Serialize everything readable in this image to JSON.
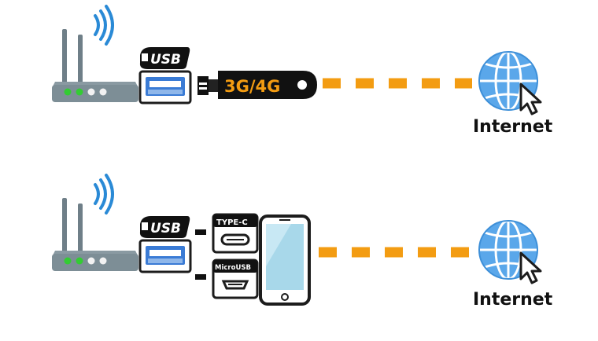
{
  "colors": {
    "wifi_blue": "#2a8ad6",
    "router_body": "#7d8e96",
    "antenna": "#6f7f88",
    "led_green": "#33cc33",
    "led_white": "#f2f2f2",
    "port_blue": "#3a7bd5",
    "connection_orange": "#f39c12",
    "dongle_text_orange": "#f39c12",
    "globe_blue": "#5aa7ea",
    "phone_screen": "#a8d8ea",
    "phone_outline": "#1c1c1c",
    "black": "#111111"
  },
  "icons": {
    "router": "router-icon",
    "wifi": "wifi-signal-icon",
    "usb_port": "usb-port-icon",
    "dongle": "usb-modem-dongle-icon",
    "globe": "globe-icon",
    "cursor": "mouse-cursor-icon",
    "phone": "smartphone-icon",
    "usb_c": "usb-c-connector-icon",
    "micro_usb": "micro-usb-connector-icon"
  },
  "row1": {
    "usb_label": "USB",
    "dongle_label": "3G/4G",
    "internet_label": "Internet"
  },
  "row2": {
    "usb_label": "USB",
    "type_c_label": "TYPE-C",
    "micro_usb_label": "MicroUSB",
    "internet_label": "Internet"
  }
}
